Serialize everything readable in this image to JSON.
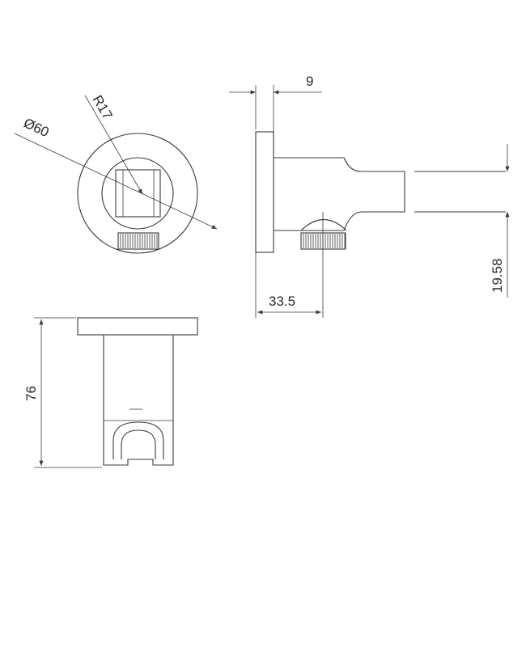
{
  "dimensions": {
    "width_thickness": "9",
    "radius": "R17",
    "diameter": "Ø60",
    "offset_depth": "33.5",
    "pipe_height": "19.58",
    "total_height": "76"
  },
  "colors": {
    "line": "#3a3a3a",
    "text": "#2a2a2a",
    "background": "#ffffff"
  }
}
